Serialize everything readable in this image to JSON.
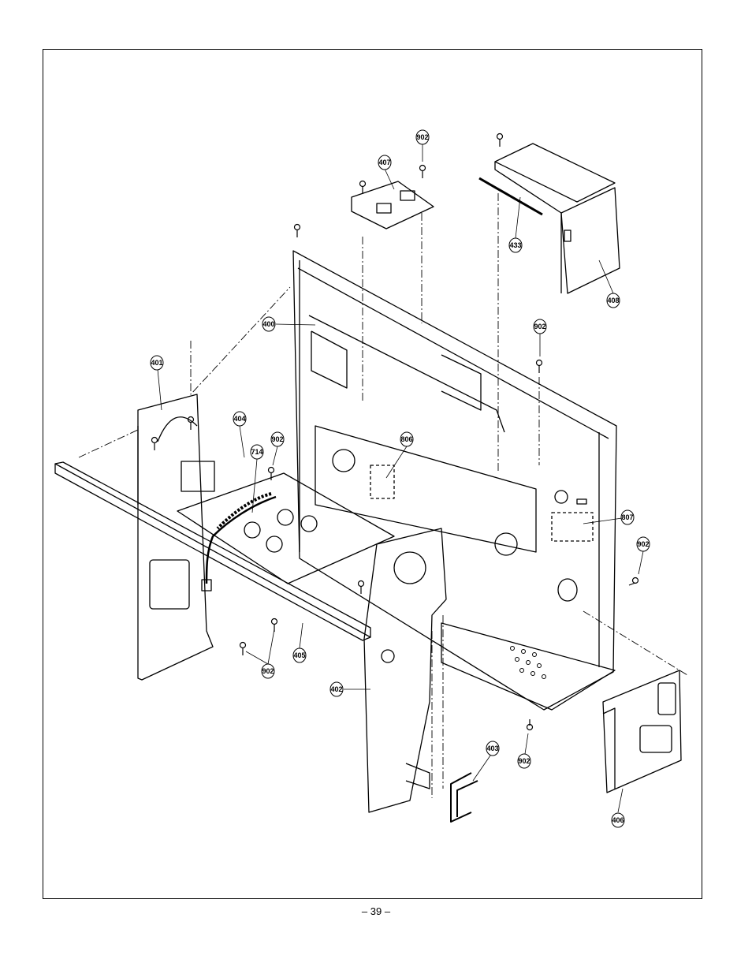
{
  "page": {
    "number": "– 39 –"
  },
  "diagram": {
    "callouts": [
      {
        "id": "c400",
        "label": "400"
      },
      {
        "id": "c401",
        "label": "401"
      },
      {
        "id": "c402",
        "label": "402"
      },
      {
        "id": "c403",
        "label": "403"
      },
      {
        "id": "c404",
        "label": "404"
      },
      {
        "id": "c405",
        "label": "405"
      },
      {
        "id": "c406",
        "label": "406"
      },
      {
        "id": "c407",
        "label": "407"
      },
      {
        "id": "c408",
        "label": "408"
      },
      {
        "id": "c433",
        "label": "433"
      },
      {
        "id": "c714",
        "label": "714"
      },
      {
        "id": "c806",
        "label": "806"
      },
      {
        "id": "c807",
        "label": "807"
      },
      {
        "id": "c902a",
        "label": "902"
      },
      {
        "id": "c902b",
        "label": "902"
      },
      {
        "id": "c902c",
        "label": "902"
      },
      {
        "id": "c902d",
        "label": "902"
      },
      {
        "id": "c902e",
        "label": "902"
      },
      {
        "id": "c902f",
        "label": "902"
      }
    ]
  }
}
